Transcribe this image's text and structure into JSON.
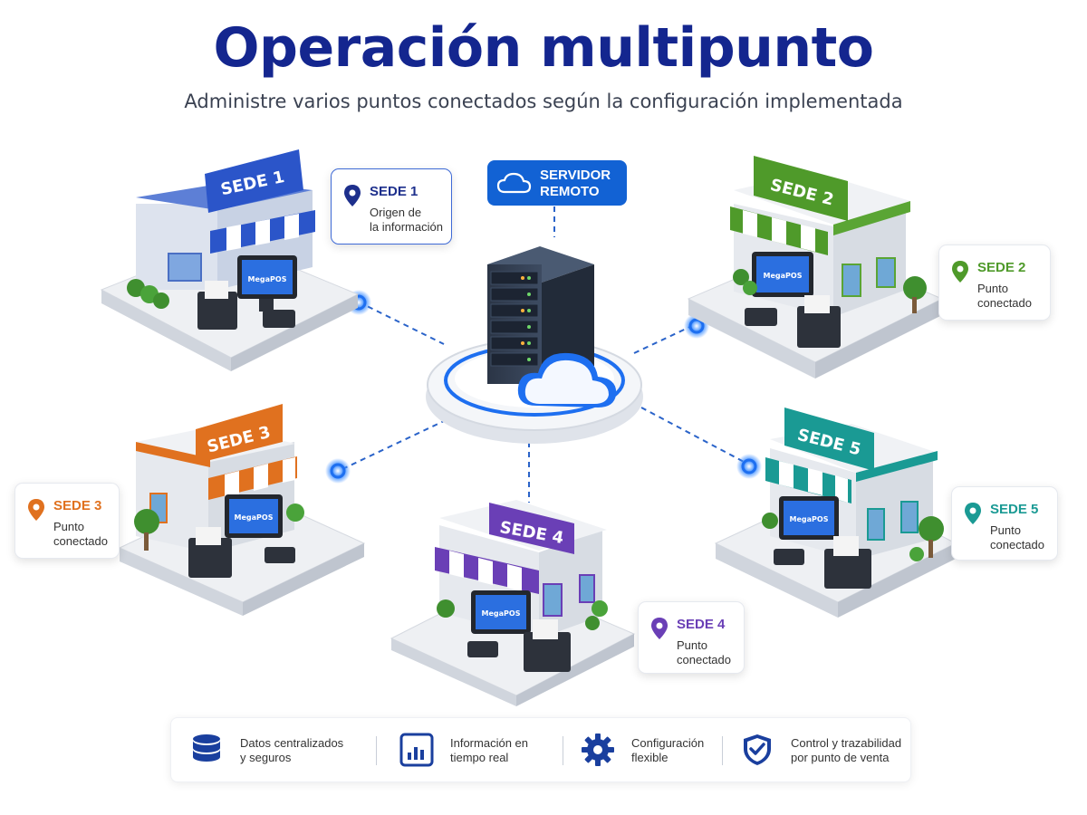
{
  "header": {
    "title": "Operación multipunto",
    "subtitle": "Administre varios puntos conectados según la configuración implementada"
  },
  "server": {
    "label_line1": "SERVIDOR",
    "label_line2": "REMOTO",
    "icon": "cloud-icon",
    "accent": "#1262d4"
  },
  "pos_brand": "MegaPOS",
  "sedes": [
    {
      "sign": "SEDE 1",
      "title": "SEDE 1",
      "desc_line1": "Origen de",
      "desc_line2": "la información",
      "color": "#2b55c9"
    },
    {
      "sign": "SEDE 2",
      "title": "SEDE 2",
      "desc_line1": "Punto",
      "desc_line2": "conectado",
      "color": "#4f9a2a"
    },
    {
      "sign": "SEDE 3",
      "title": "SEDE 3",
      "desc_line1": "Punto",
      "desc_line2": "conectado",
      "color": "#e0711f"
    },
    {
      "sign": "SEDE 4",
      "title": "SEDE 4",
      "desc_line1": "Punto",
      "desc_line2": "conectado",
      "color": "#6a3fb6"
    },
    {
      "sign": "SEDE 5",
      "title": "SEDE 5",
      "desc_line1": "Punto",
      "desc_line2": "conectado",
      "color": "#1a9a94"
    }
  ],
  "features": [
    {
      "line1": "Datos centralizados",
      "line2": "y seguros",
      "icon": "database-icon"
    },
    {
      "line1": "Información en",
      "line2": "tiempo real",
      "icon": "chart-icon"
    },
    {
      "line1": "Configuración",
      "line2": "flexible",
      "icon": "gear-icon"
    },
    {
      "line1": "Control y trazabilidad",
      "line2": "por punto de venta",
      "icon": "shield-check-icon"
    }
  ],
  "colors": {
    "title": "#14268f",
    "feature_icon": "#1a3f9e",
    "connection_line": "#2a63c9"
  }
}
